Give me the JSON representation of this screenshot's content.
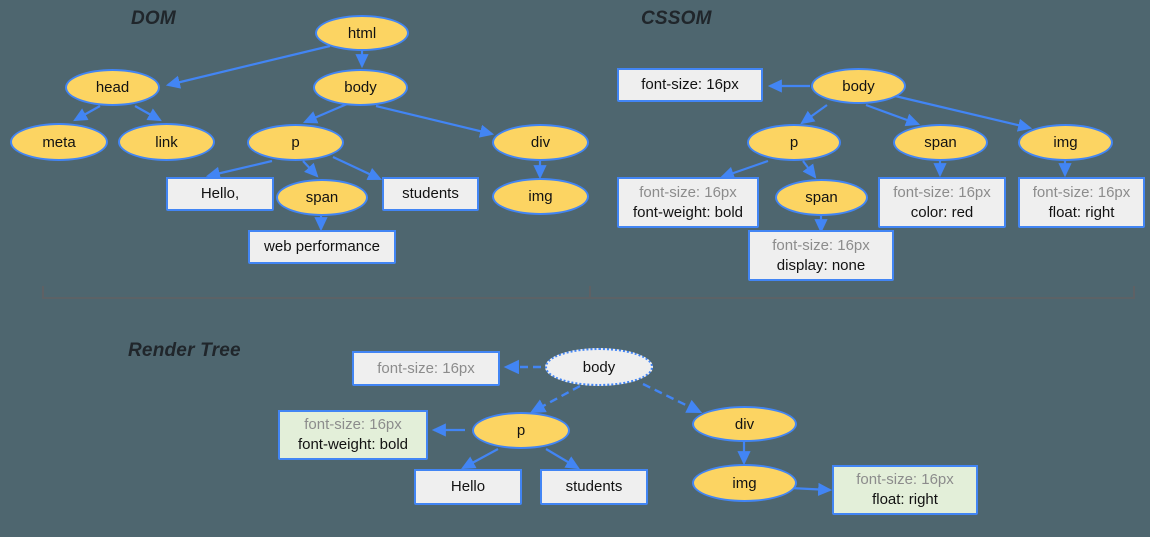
{
  "diagram": {
    "background_color": "#4e666f",
    "node_fill": "#fcd462",
    "node_stroke": "#4285f4",
    "box_fill": "#efefef",
    "box_fill_green": "#e3efd9",
    "dim_text_color": "#8c8c8c",
    "title_color": "#20262b"
  },
  "sections": {
    "dom": {
      "title": "DOM"
    },
    "cssom": {
      "title": "CSSOM"
    },
    "render_tree": {
      "title": "Render Tree"
    }
  },
  "dom_tree": {
    "nodes": [
      {
        "id": "html",
        "label": "html",
        "kind": "element"
      },
      {
        "id": "head",
        "label": "head",
        "kind": "element"
      },
      {
        "id": "body",
        "label": "body",
        "kind": "element"
      },
      {
        "id": "meta",
        "label": "meta",
        "kind": "element"
      },
      {
        "id": "link",
        "label": "link",
        "kind": "element"
      },
      {
        "id": "p",
        "label": "p",
        "kind": "element"
      },
      {
        "id": "div",
        "label": "div",
        "kind": "element"
      },
      {
        "id": "hello",
        "label": "Hello,",
        "kind": "text"
      },
      {
        "id": "span",
        "label": "span",
        "kind": "element"
      },
      {
        "id": "students",
        "label": "students",
        "kind": "text"
      },
      {
        "id": "img",
        "label": "img",
        "kind": "element"
      },
      {
        "id": "webperf",
        "label": "web performance",
        "kind": "text"
      }
    ],
    "edges": [
      [
        "html",
        "head"
      ],
      [
        "html",
        "body"
      ],
      [
        "head",
        "meta"
      ],
      [
        "head",
        "link"
      ],
      [
        "body",
        "p"
      ],
      [
        "body",
        "div"
      ],
      [
        "p",
        "hello"
      ],
      [
        "p",
        "span"
      ],
      [
        "p",
        "students"
      ],
      [
        "span",
        "webperf"
      ],
      [
        "div",
        "img"
      ]
    ]
  },
  "cssom_tree": {
    "nodes": [
      {
        "id": "body",
        "label": "body",
        "kind": "element"
      },
      {
        "id": "p",
        "label": "p",
        "kind": "element"
      },
      {
        "id": "span1",
        "label": "span",
        "kind": "element"
      },
      {
        "id": "span2",
        "label": "span",
        "kind": "element"
      },
      {
        "id": "img",
        "label": "img",
        "kind": "element"
      }
    ],
    "style_boxes": [
      {
        "id": "body_style",
        "lines": [
          {
            "text": "font-size: 16px",
            "dim": false
          }
        ]
      },
      {
        "id": "p_style",
        "lines": [
          {
            "text": "font-size: 16px",
            "dim": true
          },
          {
            "text": "font-weight: bold",
            "dim": false
          }
        ]
      },
      {
        "id": "span2_style",
        "lines": [
          {
            "text": "font-size: 16px",
            "dim": true
          },
          {
            "text": "display: none",
            "dim": false
          }
        ]
      },
      {
        "id": "span1_style",
        "lines": [
          {
            "text": "font-size: 16px",
            "dim": true
          },
          {
            "text": "color: red",
            "dim": false
          }
        ]
      },
      {
        "id": "img_style",
        "lines": [
          {
            "text": "font-size: 16px",
            "dim": true
          },
          {
            "text": "float: right",
            "dim": false
          }
        ]
      }
    ],
    "edges": [
      [
        "body",
        "body_style"
      ],
      [
        "body",
        "p"
      ],
      [
        "body",
        "span1"
      ],
      [
        "body",
        "img"
      ],
      [
        "p",
        "p_style"
      ],
      [
        "p",
        "span2"
      ],
      [
        "span2",
        "span2_style"
      ],
      [
        "span1",
        "span1_style"
      ],
      [
        "img",
        "img_style"
      ]
    ]
  },
  "render_tree": {
    "nodes": [
      {
        "id": "body",
        "label": "body",
        "kind": "ghost"
      },
      {
        "id": "p",
        "label": "p",
        "kind": "element"
      },
      {
        "id": "div",
        "label": "div",
        "kind": "element"
      },
      {
        "id": "img",
        "label": "img",
        "kind": "element"
      }
    ],
    "boxes": [
      {
        "id": "body_style",
        "green": false,
        "lines": [
          {
            "text": "font-size: 16px",
            "dim": true
          }
        ]
      },
      {
        "id": "p_style",
        "green": true,
        "lines": [
          {
            "text": "font-size: 16px",
            "dim": true
          },
          {
            "text": "font-weight: bold",
            "dim": false
          }
        ]
      },
      {
        "id": "hello",
        "green": false,
        "lines": [
          {
            "text": "Hello",
            "dim": false
          }
        ]
      },
      {
        "id": "students",
        "green": false,
        "lines": [
          {
            "text": "students",
            "dim": false
          }
        ]
      },
      {
        "id": "img_style",
        "green": true,
        "lines": [
          {
            "text": "font-size: 16px",
            "dim": true
          },
          {
            "text": "float: right",
            "dim": false
          }
        ]
      }
    ],
    "edges": [
      [
        "body",
        "body_style"
      ],
      [
        "body",
        "p"
      ],
      [
        "body",
        "div"
      ],
      [
        "p",
        "p_style"
      ],
      [
        "p",
        "hello"
      ],
      [
        "p",
        "students"
      ],
      [
        "div",
        "img"
      ],
      [
        "img",
        "img_style"
      ]
    ]
  }
}
